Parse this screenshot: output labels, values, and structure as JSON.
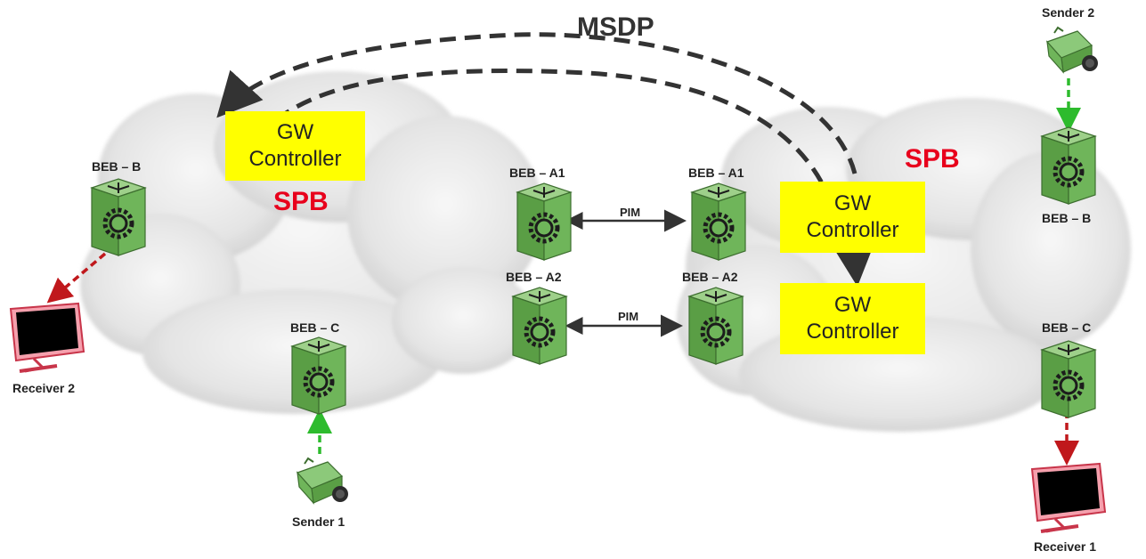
{
  "title": "MSDP",
  "clouds": {
    "left_label": "SPB",
    "right_label": "SPB"
  },
  "gw_controllers": [
    {
      "line1": "GW",
      "line2": "Controller"
    },
    {
      "line1": "GW",
      "line2": "Controller"
    },
    {
      "line1": "GW",
      "line2": "Controller"
    }
  ],
  "switches": {
    "left_beb_b": "BEB – B",
    "left_beb_c": "BEB – C",
    "left_beb_a1": "BEB – A1",
    "left_beb_a2": "BEB – A2",
    "right_beb_a1": "BEB – A1",
    "right_beb_a2": "BEB – A2",
    "right_beb_b": "BEB – B",
    "right_beb_c": "BEB – C"
  },
  "links": {
    "pim_top": "PIM",
    "pim_bottom": "PIM"
  },
  "devices": {
    "receiver_2": "Receiver 2",
    "receiver_1": "Receiver 1",
    "sender_1": "Sender 1",
    "sender_2": "Sender 2"
  },
  "colors": {
    "spb_red": "#e8001c",
    "gw_yellow": "#ffff00",
    "switch_green": "#6fb55a",
    "receive_arrow": "#c0181c",
    "send_arrow": "#2dbb2d"
  }
}
